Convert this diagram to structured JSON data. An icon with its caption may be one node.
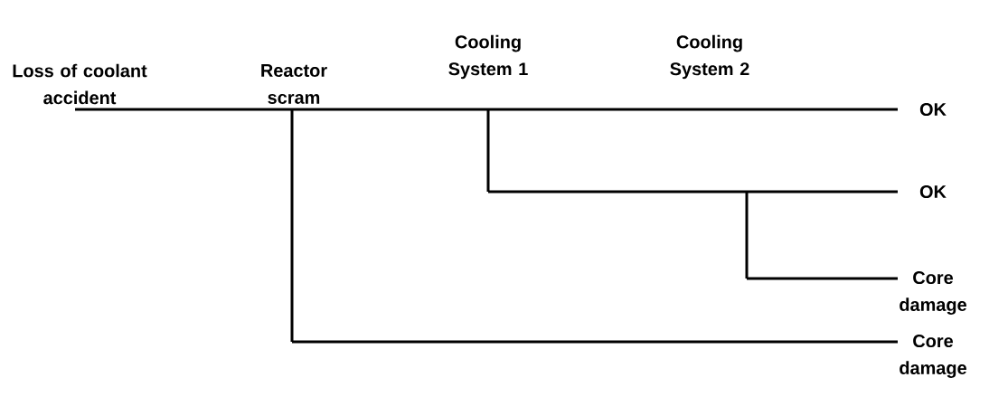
{
  "diagram": {
    "labels": [
      "Loss of coolant accident",
      "Reactor scram",
      "Cooling System 1",
      "Cooling System 2",
      "OK",
      "OK",
      "Core damage",
      "Core damage"
    ]
  }
}
